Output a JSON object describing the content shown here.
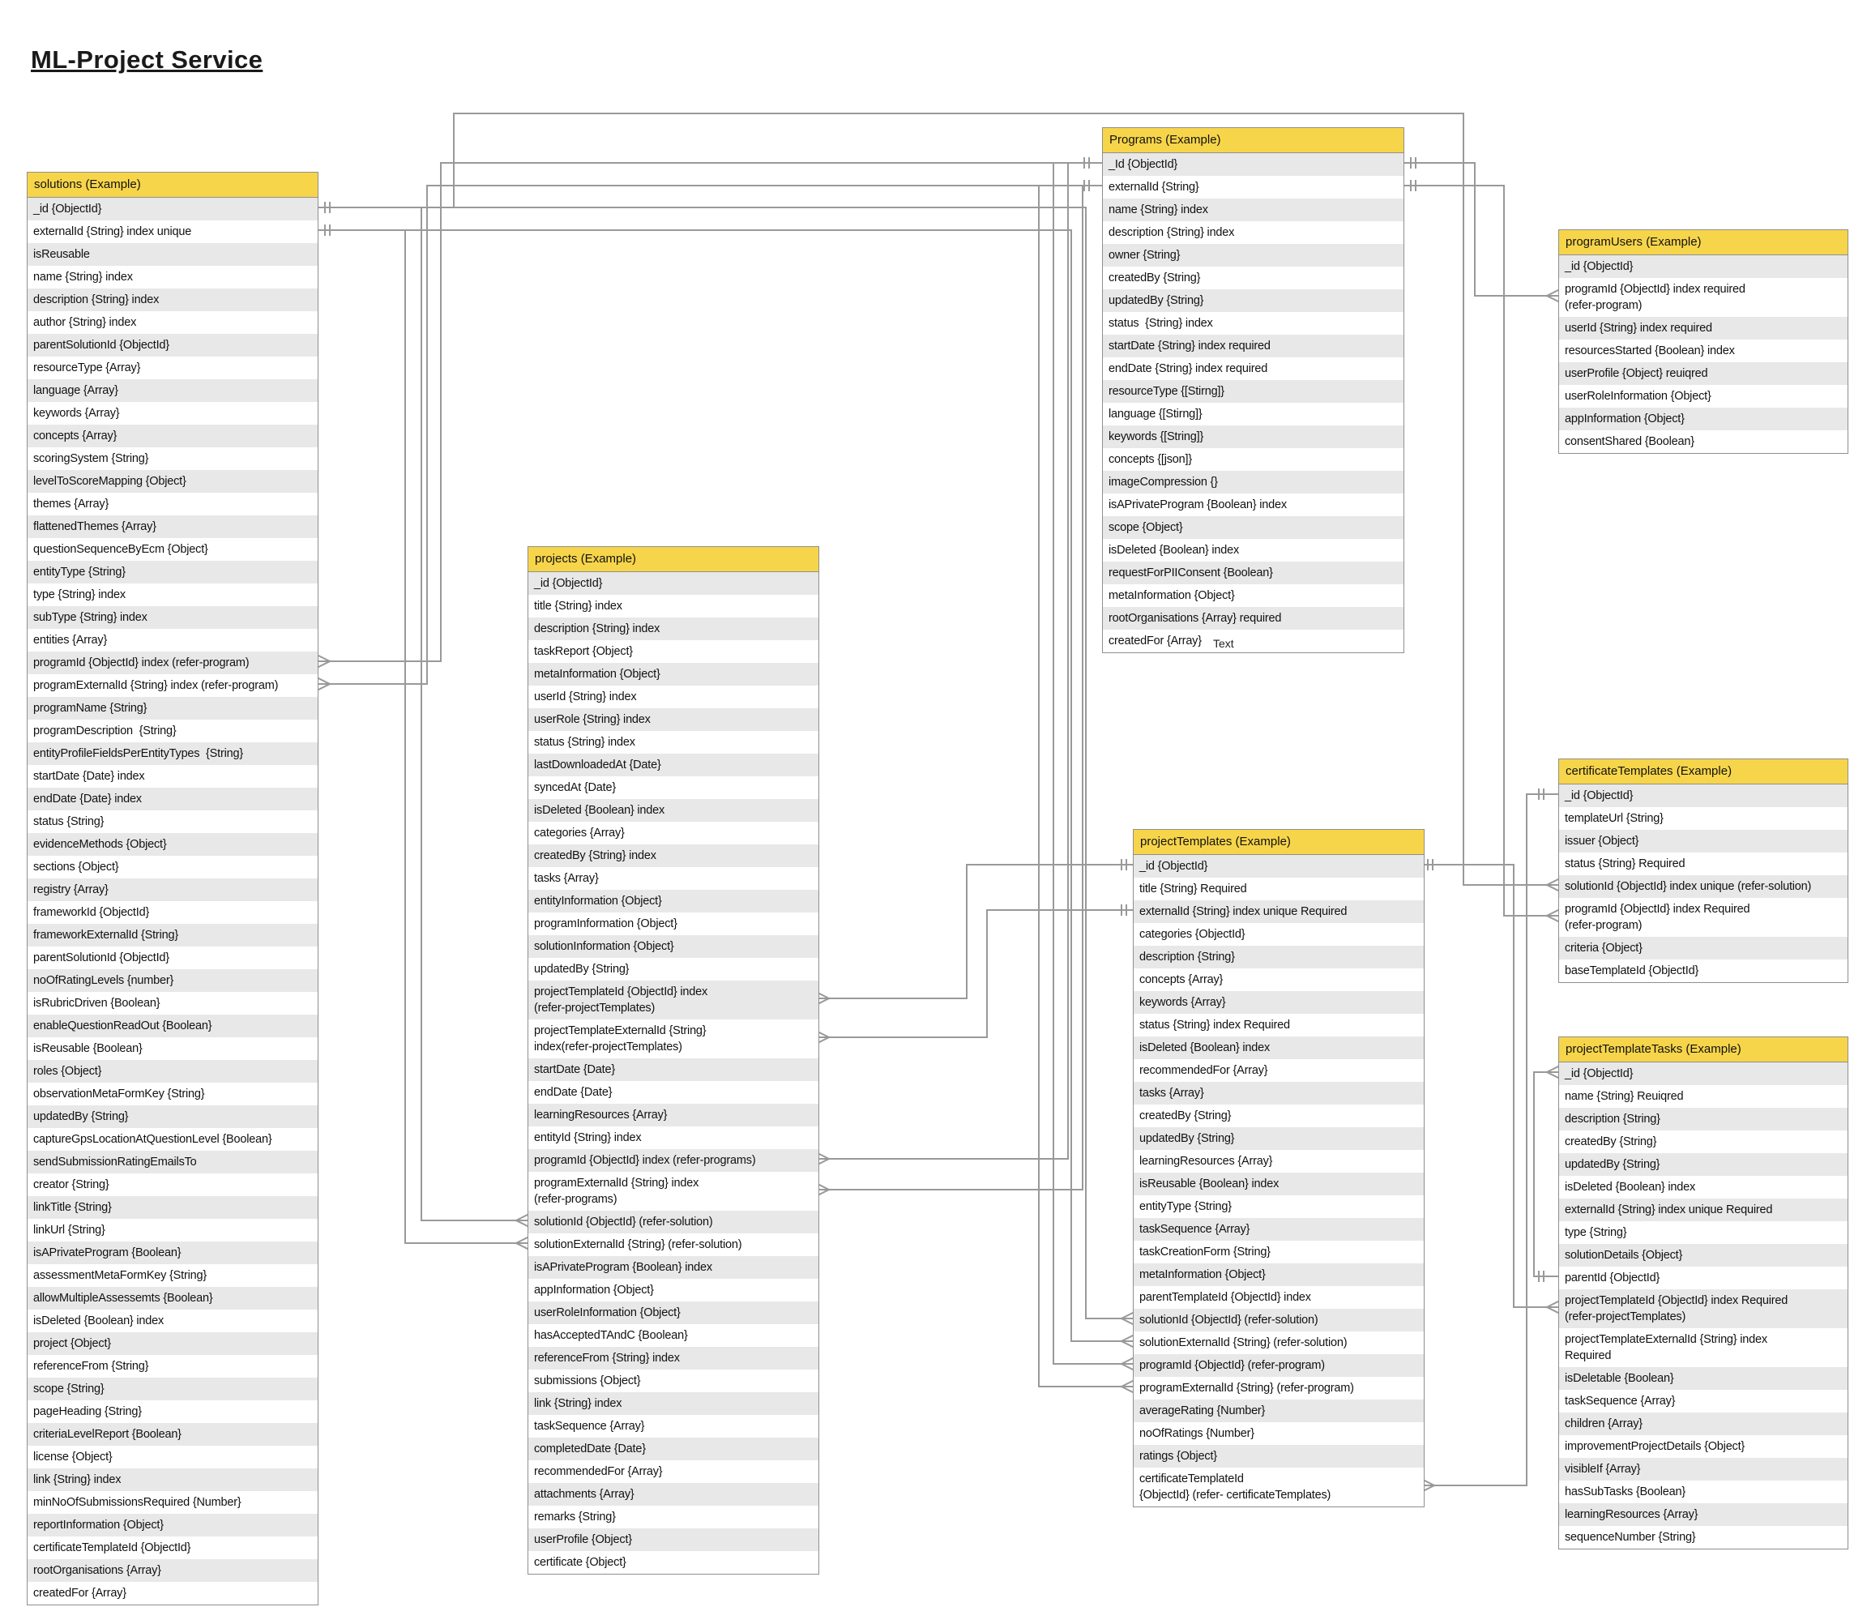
{
  "page": {
    "title": "ML-Project Service"
  },
  "stray_label": "Text",
  "colors": {
    "table_header_bg": "#F7D54A",
    "row_alt_bg": "#E8E8E8",
    "row_bg": "#FFFFFF",
    "table_border": "#8F8F8F",
    "connector": "#999999",
    "text": "#111111"
  },
  "tables": [
    {
      "id": "solutions",
      "title": "solutions (Example)",
      "fields": [
        "_id {ObjectId}",
        "externalId {String} index unique",
        "isReusable",
        "name {String} index",
        "description {String} index",
        "author {String} index",
        "parentSolutionId {ObjectId}",
        "resourceType {Array}",
        "language {Array}",
        "keywords {Array}",
        "concepts {Array}",
        "scoringSystem {String}",
        "levelToScoreMapping {Object}",
        "themes {Array}",
        "flattenedThemes {Array}",
        "questionSequenceByEcm {Object}",
        "entityType {String}",
        "type {String} index",
        "subType {String} index",
        "entities {Array}",
        "programId {ObjectId} index (refer-program)",
        "programExternalId {String} index (refer-program)",
        "programName {String}",
        "programDescription  {String}",
        "entityProfileFieldsPerEntityTypes  {String}",
        "startDate {Date} index",
        "endDate {Date} index",
        "status {String}",
        "evidenceMethods {Object}",
        "sections {Object}",
        "registry {Array}",
        "frameworkId {ObjectId}",
        "frameworkExternalId {String}",
        "parentSolutionId {ObjectId}",
        "noOfRatingLevels {number}",
        "isRubricDriven {Boolean}",
        "enableQuestionReadOut {Boolean}",
        "isReusable {Boolean}",
        "roles {Object}",
        "observationMetaFormKey {String}",
        "updatedBy {String}",
        "captureGpsLocationAtQuestionLevel {Boolean}",
        "sendSubmissionRatingEmailsTo",
        "creator {String}",
        "linkTitle {String}",
        "linkUrl {String}",
        "isAPrivateProgram {Boolean}",
        "assessmentMetaFormKey {String}",
        "allowMultipleAssessemts {Boolean}",
        "isDeleted {Boolean} index",
        "project {Object}",
        "referenceFrom {String}",
        "scope {String}",
        "pageHeading {String}",
        "criteriaLevelReport {Boolean}",
        "license {Object}",
        "link {String} index",
        "minNoOfSubmissionsRequired {Number}",
        "reportInformation {Object}",
        "certificateTemplateId {ObjectId}",
        "rootOrganisations {Array}",
        "createdFor {Array}"
      ]
    },
    {
      "id": "projects",
      "title": "projects (Example)",
      "fields": [
        "_id {ObjectId}",
        "title {String} index",
        "description {String} index",
        "taskReport {Object}",
        "metaInformation {Object}",
        "userId {String} index",
        "userRole {String} index",
        "status {String} index",
        "lastDownloadedAt {Date}",
        "syncedAt {Date}",
        "isDeleted {Boolean} index",
        "categories {Array}",
        "createdBy {String} index",
        "tasks {Array}",
        "entityInformation {Object}",
        "programInformation {Object}",
        "solutionInformation {Object}",
        "updatedBy {String}",
        "projectTemplateId {ObjectId} index\n(refer-projectTemplates)",
        "projectTemplateExternalId {String}\nindex(refer-projectTemplates)",
        "startDate {Date}",
        "endDate {Date}",
        "learningResources {Array}",
        "entityId {String} index",
        "programId {ObjectId} index (refer-programs)",
        "programExternalId {String} index\n(refer-programs)",
        "solutionId {ObjectId} (refer-solution)",
        "solutionExternalId {String} (refer-solution)",
        "isAPrivateProgram {Boolean} index",
        "appInformation {Object}",
        "userRoleInformation {Object}",
        "hasAcceptedTAndC {Boolean}",
        "referenceFrom {String} index",
        "submissions {Object}",
        "link {String} index",
        "taskSequence {Array}",
        "completedDate {Date}",
        "recommendedFor {Array}",
        "attachments {Array}",
        "remarks {String}",
        "userProfile {Object}",
        "certificate {Object}"
      ]
    },
    {
      "id": "programs",
      "title": "Programs (Example)",
      "fields": [
        "_Id {ObjectId}",
        "externalId {String}",
        "name {String} index",
        "description {String} index",
        "owner {String}",
        "createdBy {String}",
        "updatedBy {String}",
        "status  {String} index",
        "startDate {String} index required",
        "endDate {String} index required",
        "resourceType {[Stirng]}",
        "language {[Stirng]}",
        "keywords {[String]}",
        "concepts {[json]}",
        "imageCompression {}",
        "isAPrivateProgram {Boolean} index",
        "scope {Object}",
        "isDeleted {Boolean} index",
        "requestForPIIConsent {Boolean}",
        "metaInformation {Object}",
        "rootOrganisations {Array} required",
        "createdFor {Array}"
      ]
    },
    {
      "id": "programUsers",
      "title": "programUsers (Example)",
      "fields": [
        "_id {ObjectId}",
        "programId {ObjectId} index required\n(refer-program)",
        "userId {String} index required",
        "resourcesStarted {Boolean} index",
        "userProfile {Object} reuiqred",
        "userRoleInformation {Object}",
        "appInformation {Object}",
        "consentShared {Boolean}"
      ]
    },
    {
      "id": "projectTemplates",
      "title": "projectTemplates (Example)",
      "fields": [
        "_id {ObjectId}",
        "title {String} Required",
        "externalId {String} index unique Required",
        "categories {ObjectId}",
        "description {String}",
        "concepts {Array}",
        "keywords {Array}",
        "status {String} index Required",
        "isDeleted {Boolean} index",
        "recommendedFor {Array}",
        "tasks {Array}",
        "createdBy {String}",
        "updatedBy {String}",
        "learningResources {Array}",
        "isReusable {Boolean} index",
        "entityType {String}",
        "taskSequence {Array}",
        "taskCreationForm {String}",
        "metaInformation {Object}",
        "parentTemplateId {ObjectId} index",
        "solutionId {ObjectId} (refer-solution)",
        "solutionExternalId {String} (refer-solution)",
        "programId {ObjectId} (refer-program)",
        "programExternalId {String} (refer-program)",
        "averageRating {Number}",
        "noOfRatings {Number}",
        "ratings {Object}",
        "certificateTemplateId\n{ObjectId} (refer- certificateTemplates)"
      ]
    },
    {
      "id": "certificateTemplates",
      "title": "certificateTemplates (Example)",
      "fields": [
        "_id {ObjectId}",
        "templateUrl {String}",
        "issuer {Object}",
        "status {String} Required",
        "solutionId {ObjectId} index unique (refer-solution)",
        "programId {ObjectId} index Required\n(refer-program)",
        "criteria {Object}",
        "baseTemplateId {ObjectId}"
      ]
    },
    {
      "id": "projectTemplateTasks",
      "title": "projectTemplateTasks (Example)",
      "fields": [
        "_id {ObjectId}",
        "name {String} Reuiqred",
        "description {String}",
        "createdBy {String}",
        "updatedBy {String}",
        "isDeleted {Boolean} index",
        "externalId {String} index unique Required",
        "type {String}",
        "solutionDetails {Object}",
        "parentId {ObjectId}",
        "projectTemplateId {ObjectId} index Required\n(refer-projectTemplates)",
        "projectTemplateExternalId {String} index\nRequired",
        "isDeletable {Boolean}",
        "taskSequence {Array}",
        "children {Array}",
        "improvementProjectDetails {Object}",
        "visibleIf {Array}",
        "hasSubTasks {Boolean}",
        "learningResources {Array}",
        "sequenceNumber {String}"
      ]
    }
  ],
  "relationships": [
    {
      "from": "solutions.programId / programExternalId",
      "to": "Programs._Id / externalId"
    },
    {
      "from": "projects.solutionId / solutionExternalId",
      "to": "solutions._id / externalId"
    },
    {
      "from": "projects.projectTemplateId / projectTemplateExternalId",
      "to": "projectTemplates._id / externalId"
    },
    {
      "from": "projects.programId / programExternalId",
      "to": "Programs._Id / externalId"
    },
    {
      "from": "projectTemplates.solutionId / solutionExternalId",
      "to": "solutions._id / externalId"
    },
    {
      "from": "projectTemplates.programId / programExternalId",
      "to": "Programs._Id / externalId"
    },
    {
      "from": "projectTemplates.certificateTemplateId",
      "to": "certificateTemplates._id"
    },
    {
      "from": "certificateTemplates.solutionId",
      "to": "solutions._id"
    },
    {
      "from": "certificateTemplates.programId",
      "to": "Programs._Id"
    },
    {
      "from": "programUsers.programId",
      "to": "Programs._Id"
    },
    {
      "from": "projectTemplateTasks.projectTemplateId",
      "to": "projectTemplates._id"
    },
    {
      "from": "projectTemplateTasks.parentId",
      "to": "projectTemplateTasks._id"
    }
  ]
}
